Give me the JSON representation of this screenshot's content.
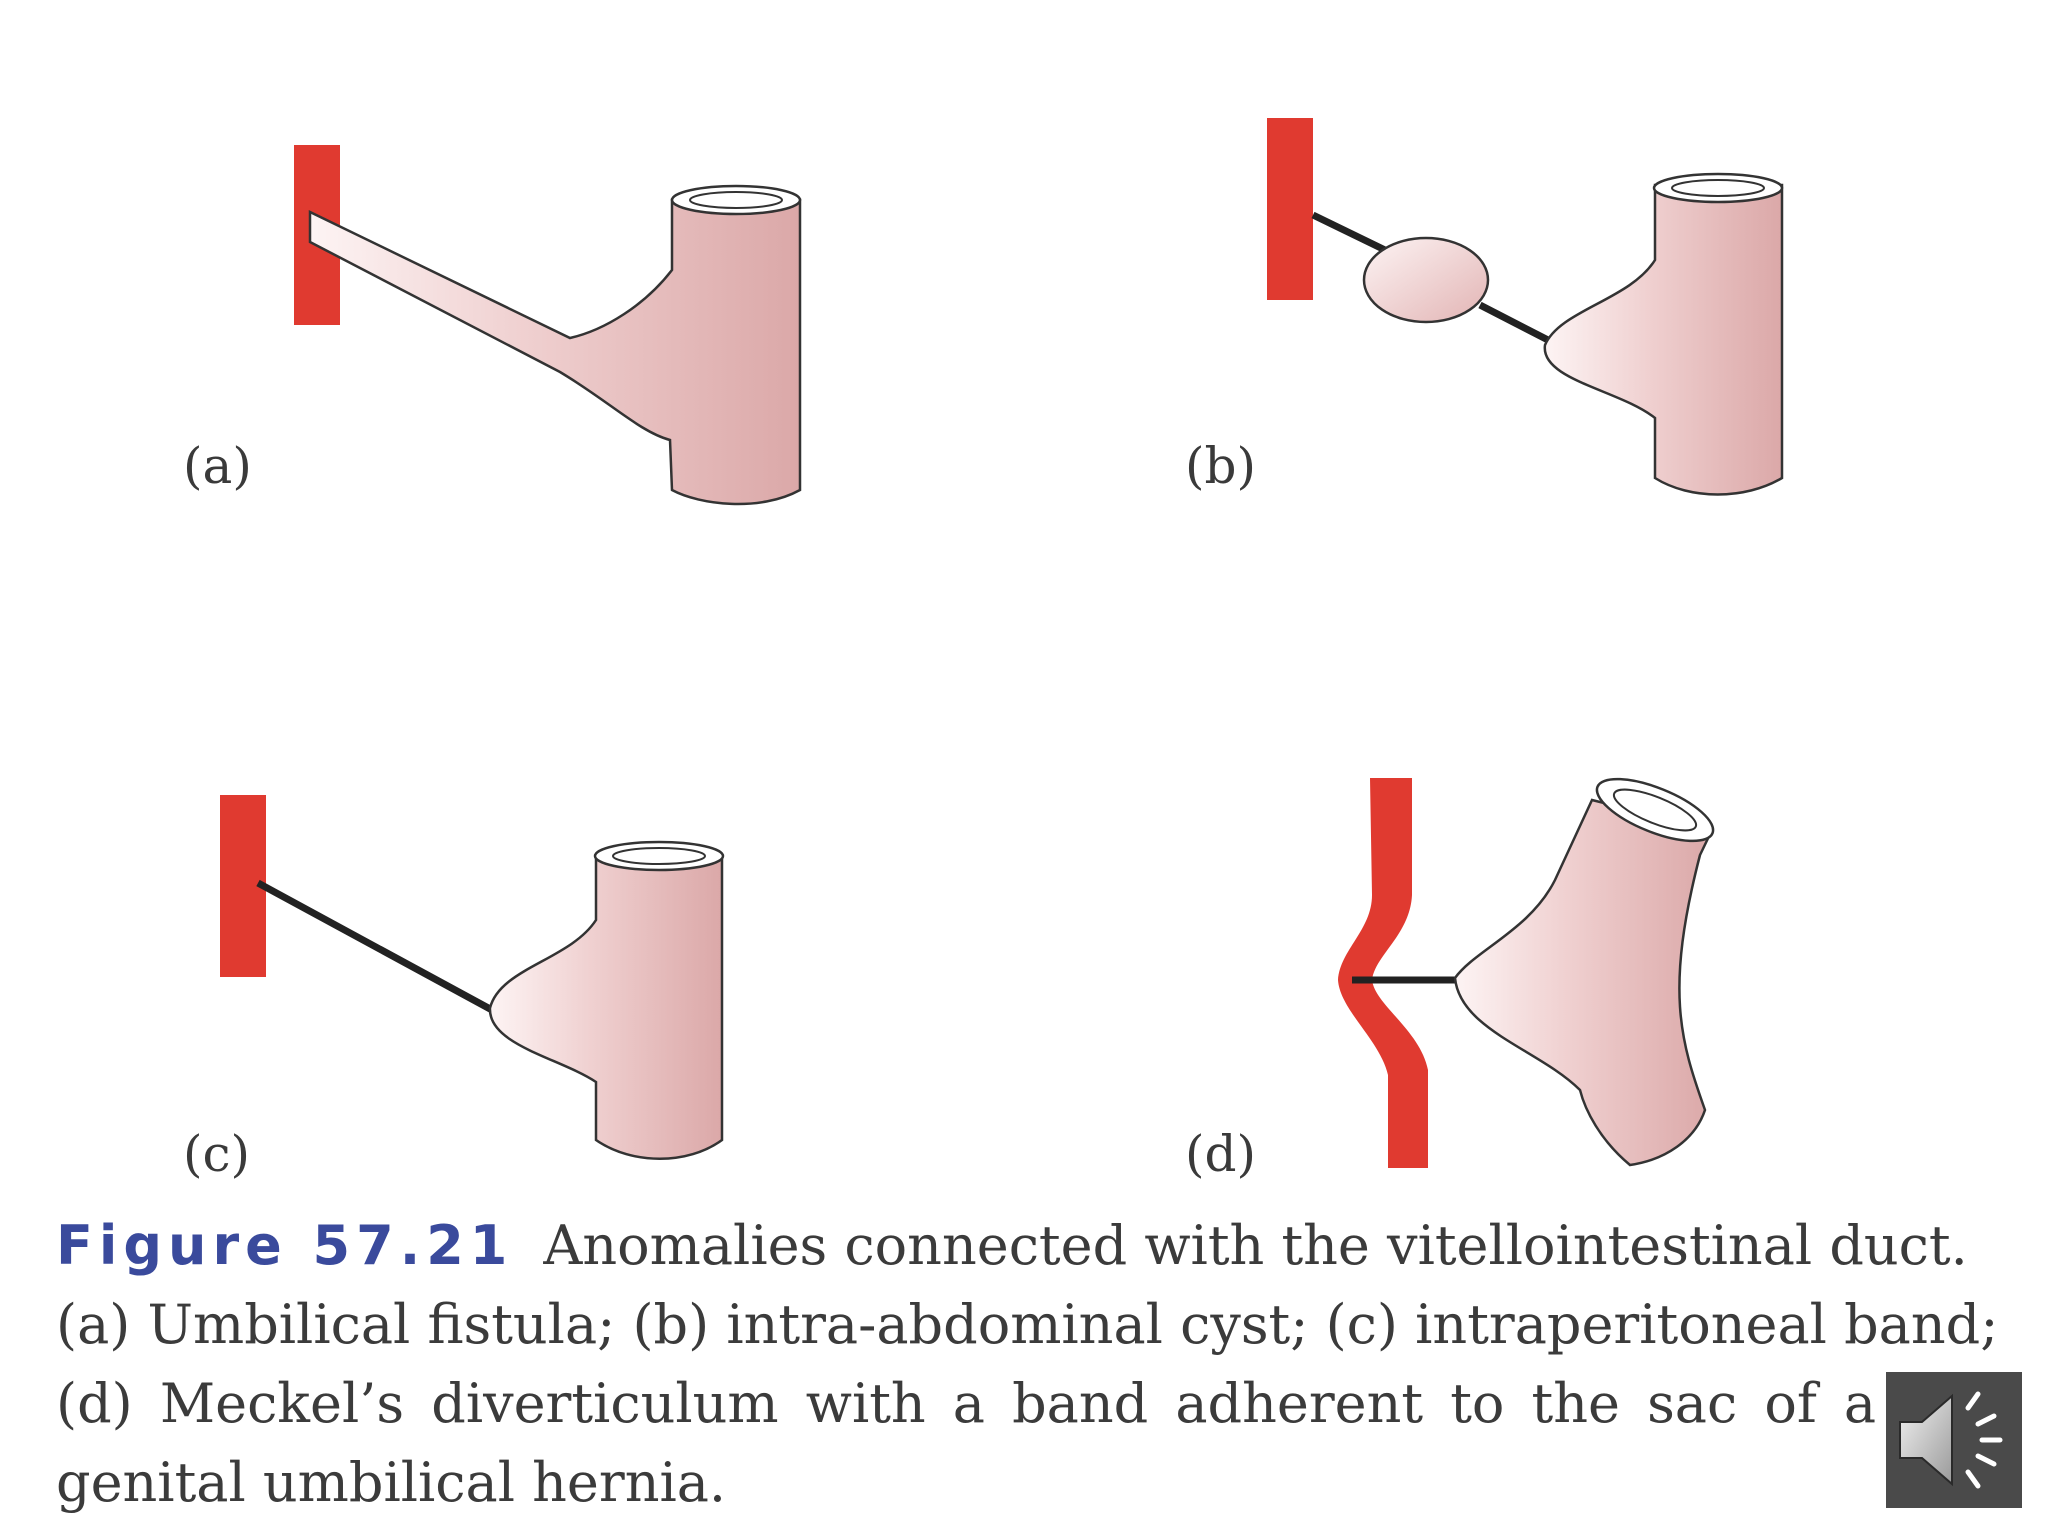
{
  "panels": [
    {
      "label": "(a)"
    },
    {
      "label": "(b)"
    },
    {
      "label": "(c)"
    },
    {
      "label": "(d)"
    }
  ],
  "caption": {
    "figure_number": "Figure 57.21",
    "line1": "Anomalies connected with the vitellointestinal duct.",
    "line2": "(a) Umbilical fistula; (b) intra-abdominal cyst; (c) intraperitoneal band;",
    "line3": "(d) Meckel’s diverticulum with a band adherent to the sac of a co",
    "line4": "genital umbilical hernia."
  },
  "colors": {
    "umbilicus": "#e03a30",
    "bowel_light": "#fbeeee",
    "bowel_dark": "#dfb0b0",
    "outline": "#333333",
    "figure_number": "#3a4a9c",
    "caption_text": "#3b3b3b"
  },
  "icons": {
    "audio": "speaker-icon"
  }
}
